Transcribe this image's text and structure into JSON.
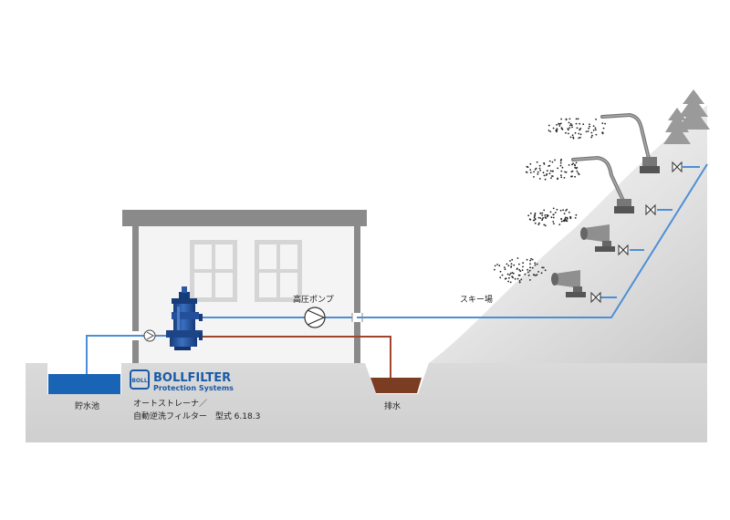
{
  "labels": {
    "reservoir": "貯水池",
    "drain": "排水",
    "pump": "高圧ポンプ",
    "ski_area": "スキー場",
    "product_line1": "オートストレーナ／",
    "product_line2": "自動逆洗フィルター　型式 6.18.3"
  },
  "logo": {
    "brand": "BOLLFILTER",
    "tagline": "Protection Systems",
    "mark": "BOLL"
  },
  "colors": {
    "clean_water": "#4d8fd6",
    "dirty_water": "#a0452c",
    "reservoir_water": "#1a64b5",
    "drain_water": "#7a3d22",
    "brand_blue": "#1a5aa8",
    "filter_blue": "#1f4f9a",
    "ground": "#d7d7d7",
    "building_roof": "#8a8a8a"
  },
  "icons": [
    "snow-cannon-icon",
    "snow-lance-icon",
    "valve-icon",
    "tree-icon",
    "pump-icon",
    "filter-icon"
  ]
}
